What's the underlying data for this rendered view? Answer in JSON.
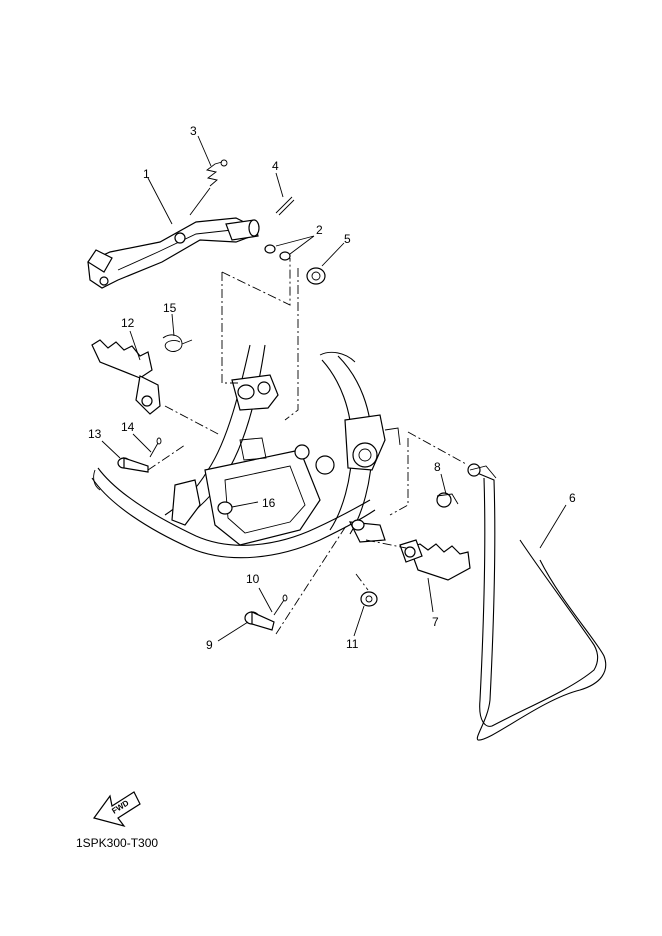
{
  "diagram": {
    "callouts": [
      {
        "id": "1",
        "text": "1"
      },
      {
        "id": "2",
        "text": "2"
      },
      {
        "id": "3",
        "text": "3"
      },
      {
        "id": "4",
        "text": "4"
      },
      {
        "id": "5",
        "text": "5"
      },
      {
        "id": "6",
        "text": "6"
      },
      {
        "id": "7",
        "text": "7"
      },
      {
        "id": "8",
        "text": "8"
      },
      {
        "id": "9",
        "text": "9"
      },
      {
        "id": "10",
        "text": "10"
      },
      {
        "id": "11",
        "text": "11"
      },
      {
        "id": "12",
        "text": "12"
      },
      {
        "id": "13",
        "text": "13"
      },
      {
        "id": "14",
        "text": "14"
      },
      {
        "id": "15",
        "text": "15"
      },
      {
        "id": "16",
        "text": "16"
      }
    ],
    "fwd_label": "FWD",
    "diagram_code": "1SPK300-T300"
  }
}
